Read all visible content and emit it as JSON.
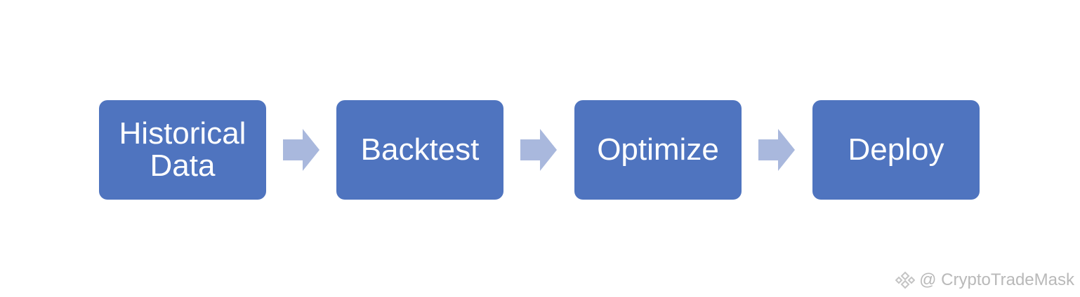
{
  "diagram": {
    "steps": [
      {
        "label": "Historical\nData"
      },
      {
        "label": "Backtest"
      },
      {
        "label": "Optimize"
      },
      {
        "label": "Deploy"
      }
    ],
    "colors": {
      "box_fill": "#4f74bf",
      "box_text": "#ffffff",
      "arrow_fill": "#a9b8dd"
    },
    "arrow_icon": "right-arrow-icon"
  },
  "watermark": {
    "text": "@ CryptoTradeMask",
    "icon": "binance-logo-icon"
  }
}
